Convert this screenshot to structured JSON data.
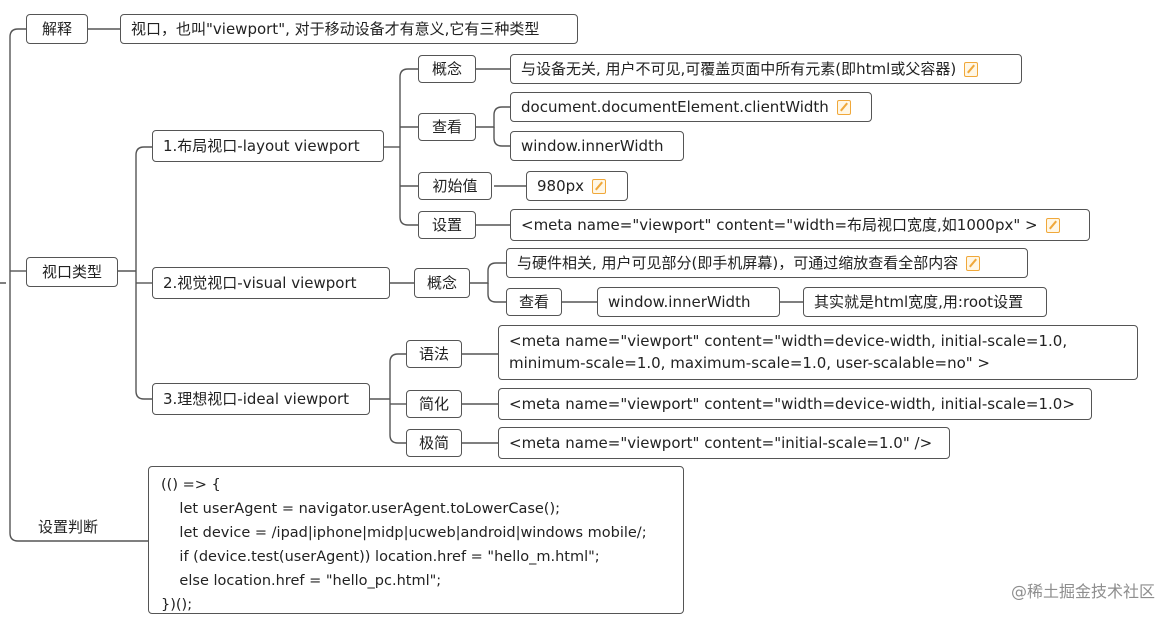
{
  "explain": {
    "label": "解释",
    "text": "视口，也叫\"viewport\", 对于移动设备才有意义,它有三种类型"
  },
  "types": {
    "label": "视口类型",
    "layout": {
      "label": "1.布局视口-layout viewport",
      "concept_label": "概念",
      "concept_text": "与设备无关, 用户不可见,可覆盖页面中所有元素(即html或父容器)",
      "view_label": "查看",
      "view_items": [
        "document.documentElement.clientWidth",
        "window.innerWidth"
      ],
      "initial_label": "初始值",
      "initial_value": "980px",
      "setting_label": "设置",
      "setting_value": "<meta name=\"viewport\" content=\"width=布局视口宽度,如1000px\" >"
    },
    "visual": {
      "label": "2.视觉视口-visual viewport",
      "concept_label": "概念",
      "concept_text": "与硬件相关, 用户可见部分(即手机屏幕)，可通过缩放查看全部内容",
      "view_label": "查看",
      "view_value": "window.innerWidth",
      "view_note": "其实就是html宽度,用:root设置"
    },
    "ideal": {
      "label": "3.理想视口-ideal viewport",
      "syntax_label": "语法",
      "syntax_value": "<meta name=\"viewport\" content=\"width=device-width, initial-scale=1.0,\nminimum-scale=1.0, maximum-scale=1.0, user-scalable=no\" >",
      "simple_label": "简化",
      "simple_value": "<meta name=\"viewport\" content=\"width=device-width, initial-scale=1.0>",
      "minimal_label": "极简",
      "minimal_value": "<meta name=\"viewport\" content=\"initial-scale=1.0\" />"
    }
  },
  "judge": {
    "label": "设置判断",
    "code": "(() => {\n    let userAgent = navigator.userAgent.toLowerCase();\n    let device = /ipad|iphone|midp|ucweb|android|windows mobile/;\n    if (device.test(userAgent)) location.href = \"hello_m.html\";\n    else location.href = \"hello_pc.html\";\n})();"
  },
  "watermark": "@稀土掘金技术社区",
  "icons": {
    "note": "note-edit-icon"
  },
  "colors": {
    "line": "#555555",
    "note": "#f0a83a",
    "watermark": "#8e8e8e"
  }
}
